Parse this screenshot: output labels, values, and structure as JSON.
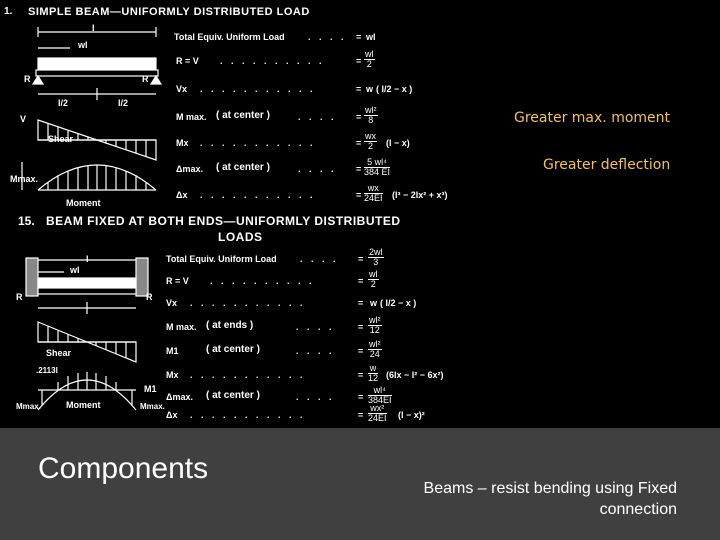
{
  "section1": {
    "number": "1.",
    "title": "SIMPLE BEAM—UNIFORMLY DISTRIBUTED LOAD",
    "diagram_labels": {
      "span": "l",
      "load": "wl",
      "reaction": "R",
      "half": "l/2",
      "shear": "Shear",
      "mmax": "Mmax.",
      "moment": "Moment",
      "v": "V"
    },
    "rows": [
      {
        "label": "Total Equiv. Uniform Load",
        "dots": ". . . .",
        "eq": "=",
        "value": "wl"
      },
      {
        "label": "R = V",
        "dots": ". . . . . . . . . .",
        "eq": "=",
        "num": "wl",
        "den": "2"
      },
      {
        "label": "Vx",
        "dots": ". . . . . . . . . . .",
        "eq": "=",
        "value": "w",
        "paren": "( l/2 − x )"
      },
      {
        "label": "M max.",
        "paren": "( at center )",
        "dots": ". . . .",
        "eq": "=",
        "num": "wl²",
        "den": "8"
      },
      {
        "label": "Mx",
        "dots": ". . . . . . . . . . .",
        "eq": "=",
        "num": "wx",
        "den": "2",
        "suffix": "(l − x)"
      },
      {
        "label": "Δmax.",
        "paren": "( at center )",
        "dots": ". . . .",
        "eq": "=",
        "num": "5 wl⁴",
        "den": "384 EI"
      },
      {
        "label": "Δx",
        "dots": ". . . . . . . . . . .",
        "eq": "=",
        "num": "wx",
        "den": "24EI",
        "suffix": "(l³ − 2lx² + x³)"
      }
    ]
  },
  "section15": {
    "number": "15.",
    "title_line1": "BEAM FIXED AT BOTH ENDS—UNIFORMLY DISTRIBUTED",
    "title_line2": "LOADS",
    "diagram_labels": {
      "span": "l",
      "load": "wl",
      "reaction": "R",
      "shear": "Shear",
      "moment": "Moment",
      "point": ".2113l",
      "m1": "M1",
      "mmax": "Mmax."
    },
    "rows": [
      {
        "label": "Total Equiv. Uniform Load",
        "dots": ". . . .",
        "eq": "=",
        "num": "2wl",
        "den": "3"
      },
      {
        "label": "R = V",
        "dots": ". . . . . . . . . .",
        "eq": "=",
        "num": "wl",
        "den": "2"
      },
      {
        "label": "Vx",
        "dots": ". . . . . . . . . . .",
        "eq": "=",
        "value": "w",
        "paren": "( l/2 − x )"
      },
      {
        "label": "M max.",
        "paren": "( at ends )",
        "dots": ". . . .",
        "eq": "=",
        "num": "wl²",
        "den": "12"
      },
      {
        "label": "M1",
        "paren": "( at center )",
        "dots": ". . . .",
        "eq": "=",
        "num": "wl²",
        "den": "24"
      },
      {
        "label": "Mx",
        "dots": ". . . . . . . . . . .",
        "eq": "=",
        "num": "w",
        "den": "12",
        "suffix": "(6lx − l² − 6x²)"
      },
      {
        "label": "Δmax.",
        "paren": "( at center )",
        "dots": ". . . .",
        "eq": "=",
        "num": "wl⁴",
        "den": "384EI"
      },
      {
        "label": "Δx",
        "dots": ". . . . . . . . . . .",
        "eq": "=",
        "num": "wx²",
        "den": "24EI",
        "suffix": "(l − x)²"
      }
    ]
  },
  "annotations": {
    "moment": "Greater max. moment",
    "deflection": "Greater deflection"
  },
  "footer": {
    "title": "Components",
    "text_line1": "Beams – resist bending using Fixed",
    "text_line2": "connection"
  },
  "colors": {
    "annotation": "#f0c16a",
    "footer_bg": "#404040"
  }
}
